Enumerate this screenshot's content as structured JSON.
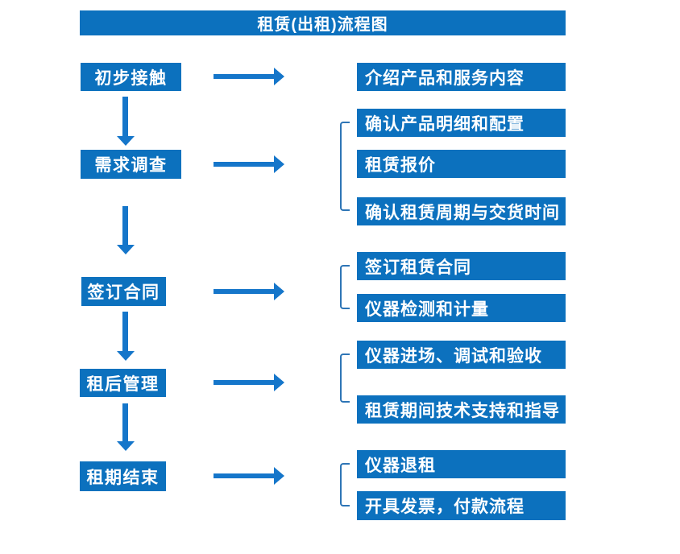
{
  "title": "租赁(出租)流程图",
  "steps": [
    {
      "label": "初步接触",
      "outputs": [
        "介绍产品和服务内容"
      ]
    },
    {
      "label": "需求调查",
      "outputs": [
        "确认产品明细和配置",
        "租赁报价",
        "确认租赁周期与交货时间"
      ]
    },
    {
      "label": "签订合同",
      "outputs": [
        "签订租赁合同",
        "仪器检测和计量"
      ]
    },
    {
      "label": "租后管理",
      "outputs": [
        "仪器进场、调试和验收",
        "租赁期间技术支持和指导"
      ]
    },
    {
      "label": "租期结束",
      "outputs": [
        "仪器退租",
        "开具发票，付款流程"
      ]
    }
  ],
  "colors": {
    "box_fill": "#0c71be",
    "arrow": "#1576ca",
    "bracket": "#2e75b6",
    "box_text": "#ffffff",
    "background": "#ffffff"
  }
}
